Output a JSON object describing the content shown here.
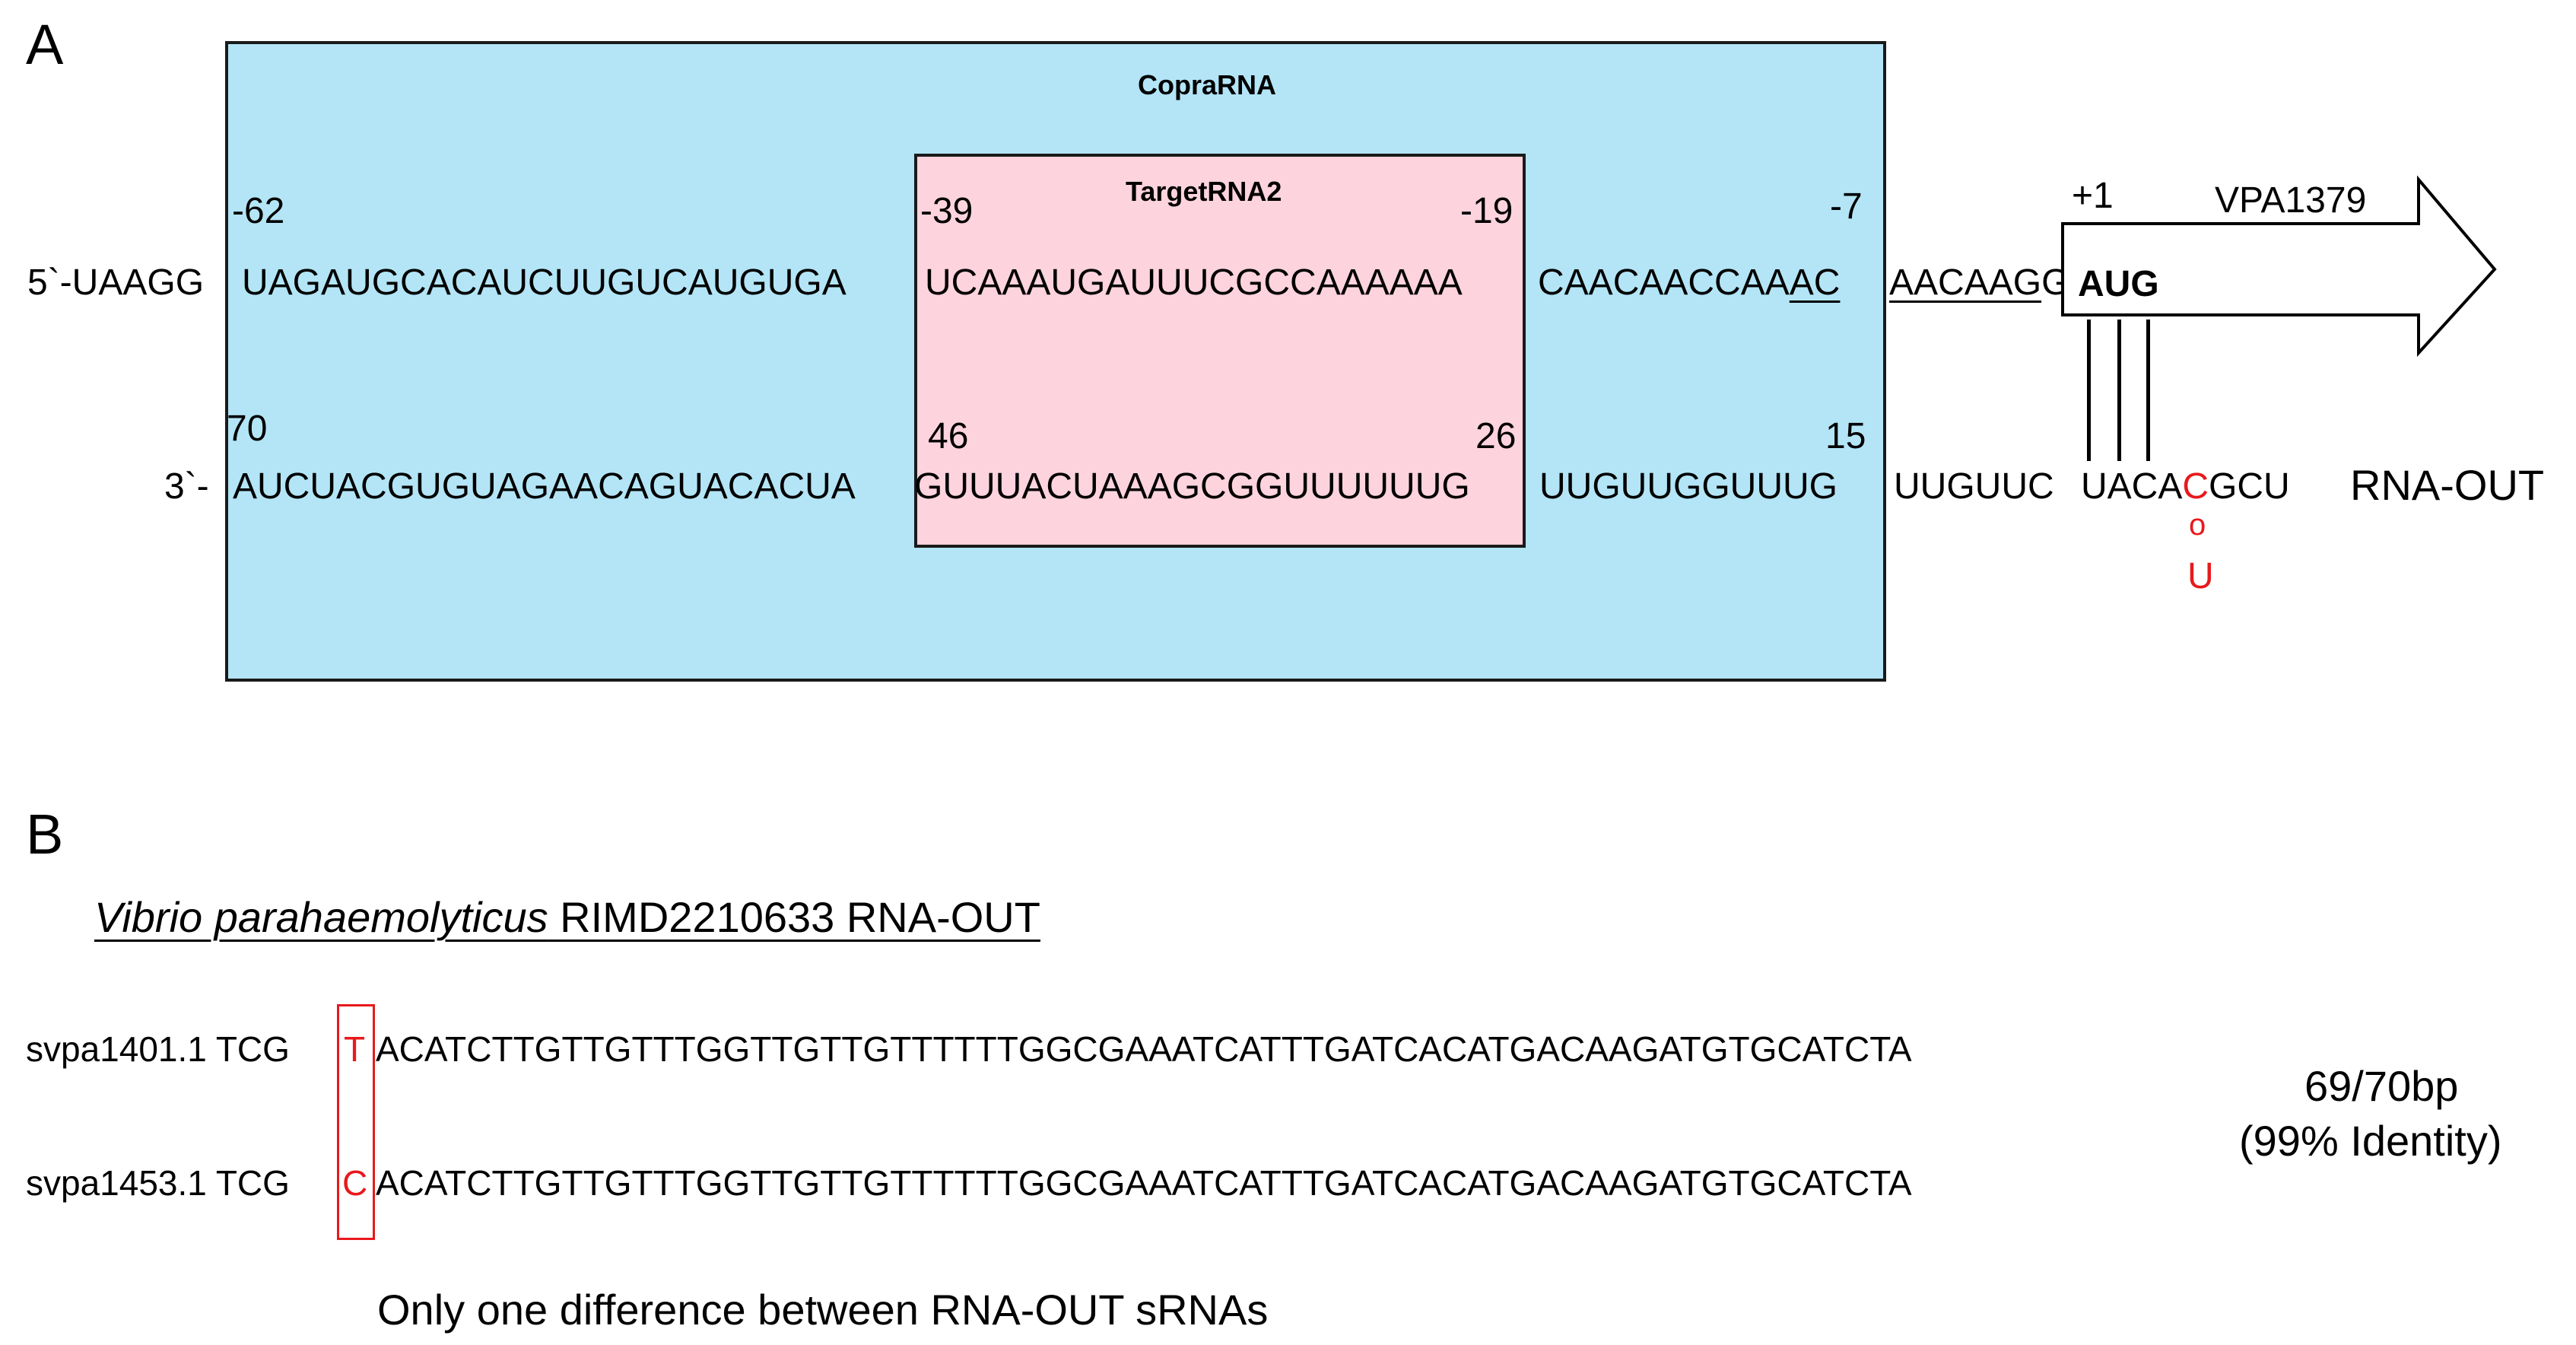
{
  "colors": {
    "coprarna_fill": "#b3e5f6",
    "targetrna2_fill": "#fdd3de",
    "highlight_red": "#e8191c",
    "line_black": "#000000"
  },
  "panel_a": {
    "label": "A",
    "copra_title": "CopraRNA",
    "target_title": "TargetRNA2",
    "arrow": {
      "label": "VPA1379",
      "pos_label": "+1",
      "start_codon": "AUG"
    },
    "top_strand": {
      "prefix": "5`-UAAGG",
      "seg1": "UAGAUGCACAUCUUGUCAUGUGA",
      "seg2": "UCAAAUGAUUUCGCCAAAAAA",
      "seg3_plain": "CAACAACCAA",
      "seg3_underlined": "AC",
      "seg4_underlined": "AACAAG",
      "seg4_plain": "G",
      "positions": {
        "p1": "-62",
        "p2": "-39",
        "p3": "-19",
        "p4": "-7"
      }
    },
    "bottom_strand": {
      "prefix": "3`-",
      "seg1": "AUCUACGUGUAGAACAGUACACUA",
      "seg2": "GUUUACUAAAGCGGUUUUUUG",
      "seg3": "UUGUUGGUUUG",
      "seg4": "UUGUUC",
      "seg5_a": "UACA",
      "seg5_red": "C",
      "seg5_b": "GCU",
      "name": "RNA-OUT",
      "positions": {
        "p1": "70",
        "p2": "46",
        "p3": "26",
        "p4": "15"
      },
      "variant_circle": "o",
      "variant_base": "U"
    }
  },
  "panel_b": {
    "label": "B",
    "title_italic": "Vibrio parahaemolyticus",
    "title_rest": " RIMD2210633 RNA-OUT",
    "rows": [
      {
        "id": "svpa1401.1",
        "pre": "TCG",
        "diff": "T",
        "seq": "ACATCTTGTTGTTTGGTTGTTGTTTTTTGGCGAAATCATTTGATCACATGACAAGATGTGCATCTA"
      },
      {
        "id": "svpa1453.1",
        "pre": "TCG",
        "diff": "C",
        "seq": "ACATCTTGTTGTTTGGTTGTTGTTTTTTGGCGAAATCATTTGATCACATGACAAGATGTGCATCTA"
      }
    ],
    "identity_line1": "69/70bp",
    "identity_line2": "(99% Identity)",
    "note": "Only one difference between RNA-OUT sRNAs"
  }
}
